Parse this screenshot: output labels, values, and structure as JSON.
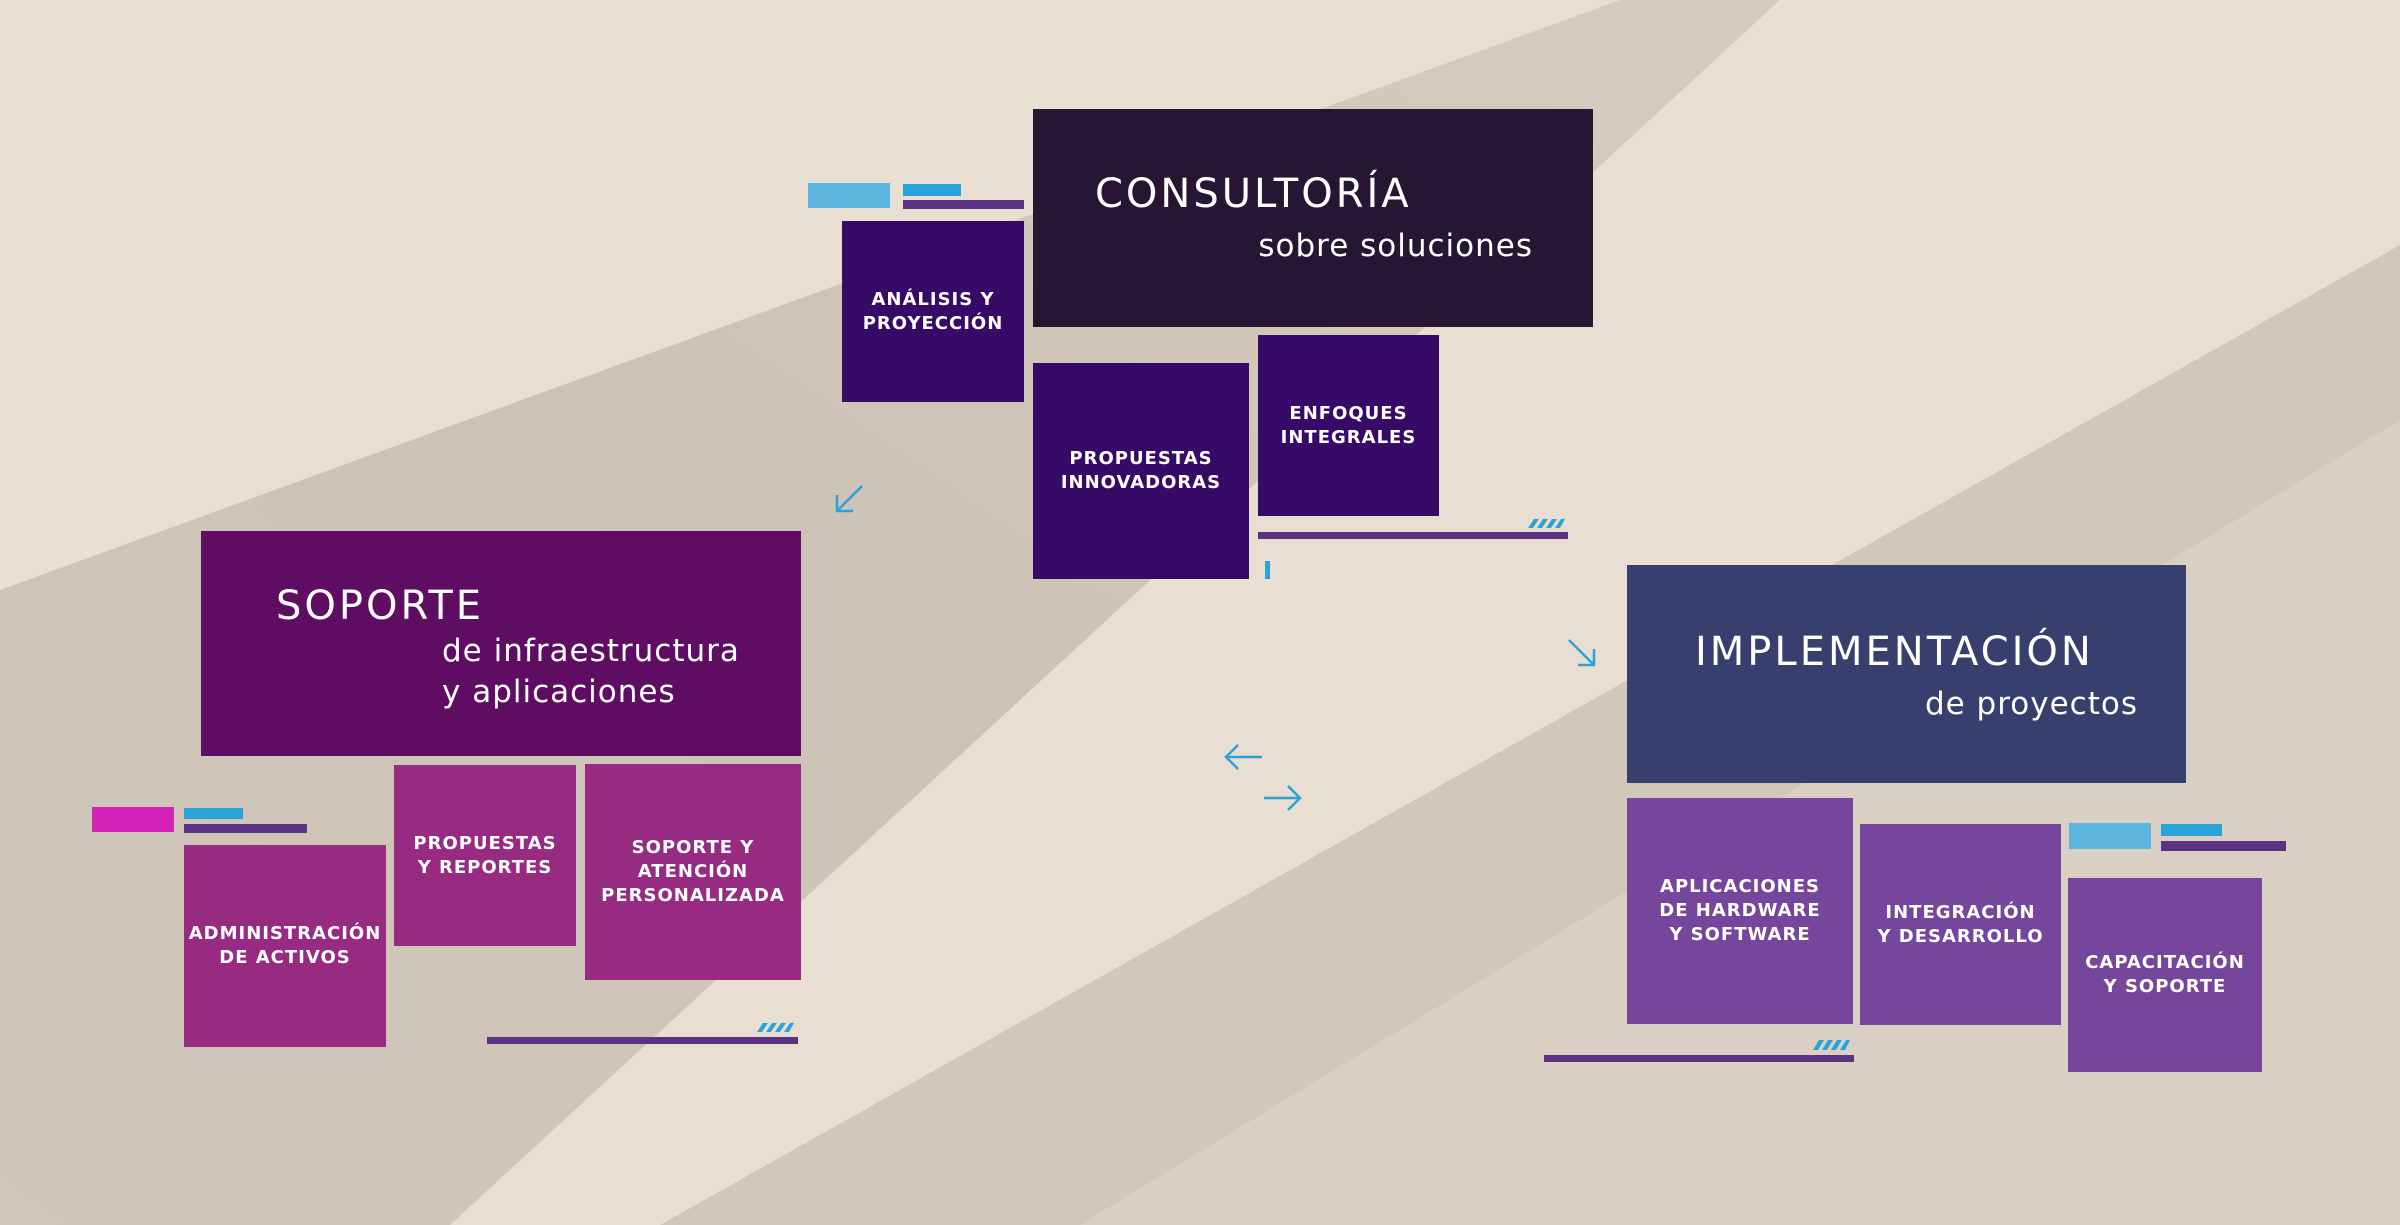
{
  "colors": {
    "background": "#e8dfd2",
    "consultoria_header": "#261634",
    "consultoria_box": "#380a67",
    "soporte_header": "#5e0d62",
    "soporte_box": "#962b81",
    "implementacion_header": "#363f6e",
    "implementacion_box": "#76469c",
    "accent_cyan": "#2aa3d9",
    "accent_light_blue": "#5bb5df",
    "accent_magenta": "#d423b7",
    "accent_purple": "#5c3282"
  },
  "consultoria": {
    "title": "CONSULTORÍA",
    "subtitle": "sobre soluciones",
    "items": [
      "ANÁLISIS Y\nPROYECCIÓN",
      "PROPUESTAS\nINNOVADORAS",
      "ENFOQUES\nINTEGRALES"
    ]
  },
  "soporte": {
    "title": "SOPORTE",
    "subtitle": "de infraestructura\ny aplicaciones",
    "items": [
      "PROPUESTAS\nY REPORTES",
      "SOPORTE Y\nATENCIÓN\nPERSONALIZADA",
      "ADMINISTRACIÓN\nDE ACTIVOS"
    ]
  },
  "implementacion": {
    "title": "IMPLEMENTACIÓN",
    "subtitle": "de proyectos",
    "items": [
      "APLICACIONES\nDE HARDWARE\nY SOFTWARE",
      "INTEGRACIÓN\nY DESARROLLO",
      "CAPACITACIÓN\nY SOPORTE"
    ]
  },
  "icons": {
    "arrow_to_soporte": "arrow-down-left-icon",
    "arrow_to_implementacion": "arrow-down-right-icon",
    "arrow_left": "arrow-left-icon",
    "arrow_right": "arrow-right-icon"
  }
}
